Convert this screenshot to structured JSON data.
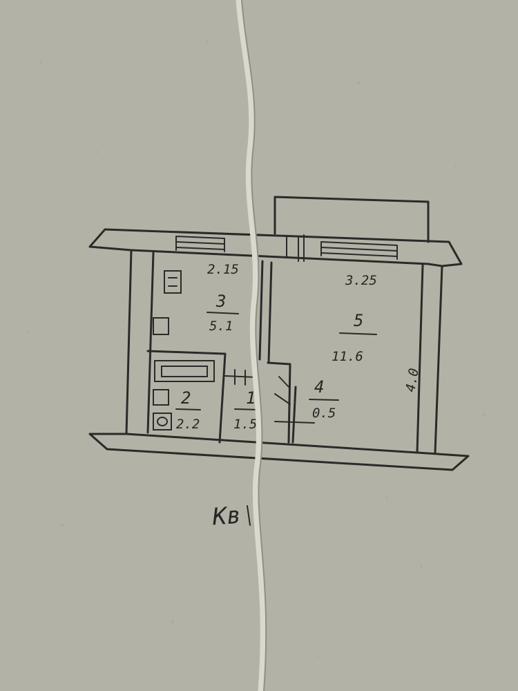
{
  "floor_plan": {
    "dimensions": {
      "kitchen_width": "2.15",
      "room_width": "3.25",
      "room_depth": "4.0"
    },
    "rooms": [
      {
        "number": "1",
        "area": "1.5"
      },
      {
        "number": "2",
        "area": "2.2"
      },
      {
        "number": "3",
        "area": "5.1"
      },
      {
        "number": "4",
        "area": "0.5"
      },
      {
        "number": "5",
        "area": "11.6"
      }
    ],
    "annotation": "Кв"
  },
  "colors": {
    "paper": "#b2b2a6",
    "ink": "#2a2a2a",
    "fold": "#d9d9cf"
  }
}
